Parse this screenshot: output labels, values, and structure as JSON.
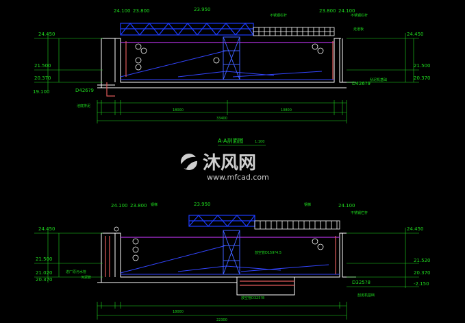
{
  "section_aa": {
    "title": "A-A剖面图",
    "scale": "1:100",
    "elev_top_left_1": "24.100",
    "elev_top_left_2": "23.800",
    "elev_truss": "23.950",
    "elev_top_right_1": "23.800",
    "elev_top_right_2": "24.100",
    "label_right_1": "不锈钢栏杆",
    "label_right_2": "不锈钢栏杆",
    "label_right_3": "走道板",
    "left_elev_1": "24.450",
    "left_elev_2": "21.500",
    "left_elev_3": "20.370",
    "left_elev_4": "19.100",
    "left_pipe": "D426?9",
    "left_pipe_label": "池底排泥",
    "right_elev_1": "24.450",
    "right_elev_2": "21.500",
    "right_elev_3": "20.370",
    "right_pipe": "D426?9",
    "right_label": "刮泥机基础",
    "dim_1": "18000",
    "dim_2": "10800",
    "dim_total": "33400"
  },
  "section_bb": {
    "elev_top_left_1": "24.100",
    "elev_top_left_2": "23.800",
    "elev_truss": "23.950",
    "elev_top_right": "24.100",
    "label_left_1": "钢梯",
    "label_right_1": "钢梯",
    "label_right_2": "不锈钢栏杆",
    "left_elev_1": "24.450",
    "left_elev_2": "21.500",
    "left_elev_3": "21.020",
    "left_elev_4": "20.370",
    "left_label_1": "进厂原污水管",
    "left_label_2": "污泥管",
    "right_elev_1": "24.450",
    "right_elev_2": "21.520",
    "right_elev_3": "20.370",
    "right_elev_4": "-2.150",
    "mid_pipe": "放空管D159?4.5",
    "right_pipe": "D325?8",
    "bottom_pipe": "放空管D325?8",
    "right_label": "刮泥机基础",
    "dim_1": "18000",
    "dim_total": "22300"
  },
  "watermark": {
    "brand": "沐风网",
    "url": "www.mfcad.com"
  },
  "colors": {
    "background": "#000000",
    "dim_text": "#1fdc1f",
    "structure": "#ffffff",
    "truss": "#1d3cff",
    "slope": "#3345ff",
    "pipe": "#e05a5a",
    "water": "#b030e0",
    "column": "#4060ff"
  }
}
